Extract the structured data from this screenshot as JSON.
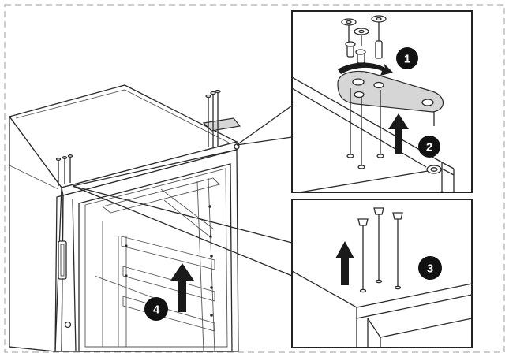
{
  "steps": [
    {
      "number": "1",
      "action": "rotate-hinge"
    },
    {
      "number": "2",
      "action": "lift-hinge"
    },
    {
      "number": "3",
      "action": "remove-pins"
    },
    {
      "number": "4",
      "action": "lift-door"
    }
  ],
  "colors": {
    "line": "#2b2b2b",
    "badge": "#111111",
    "badge_text": "#ffffff",
    "frame_dash": "#bdbdbd",
    "hinge_fill": "#d6d6d6"
  }
}
